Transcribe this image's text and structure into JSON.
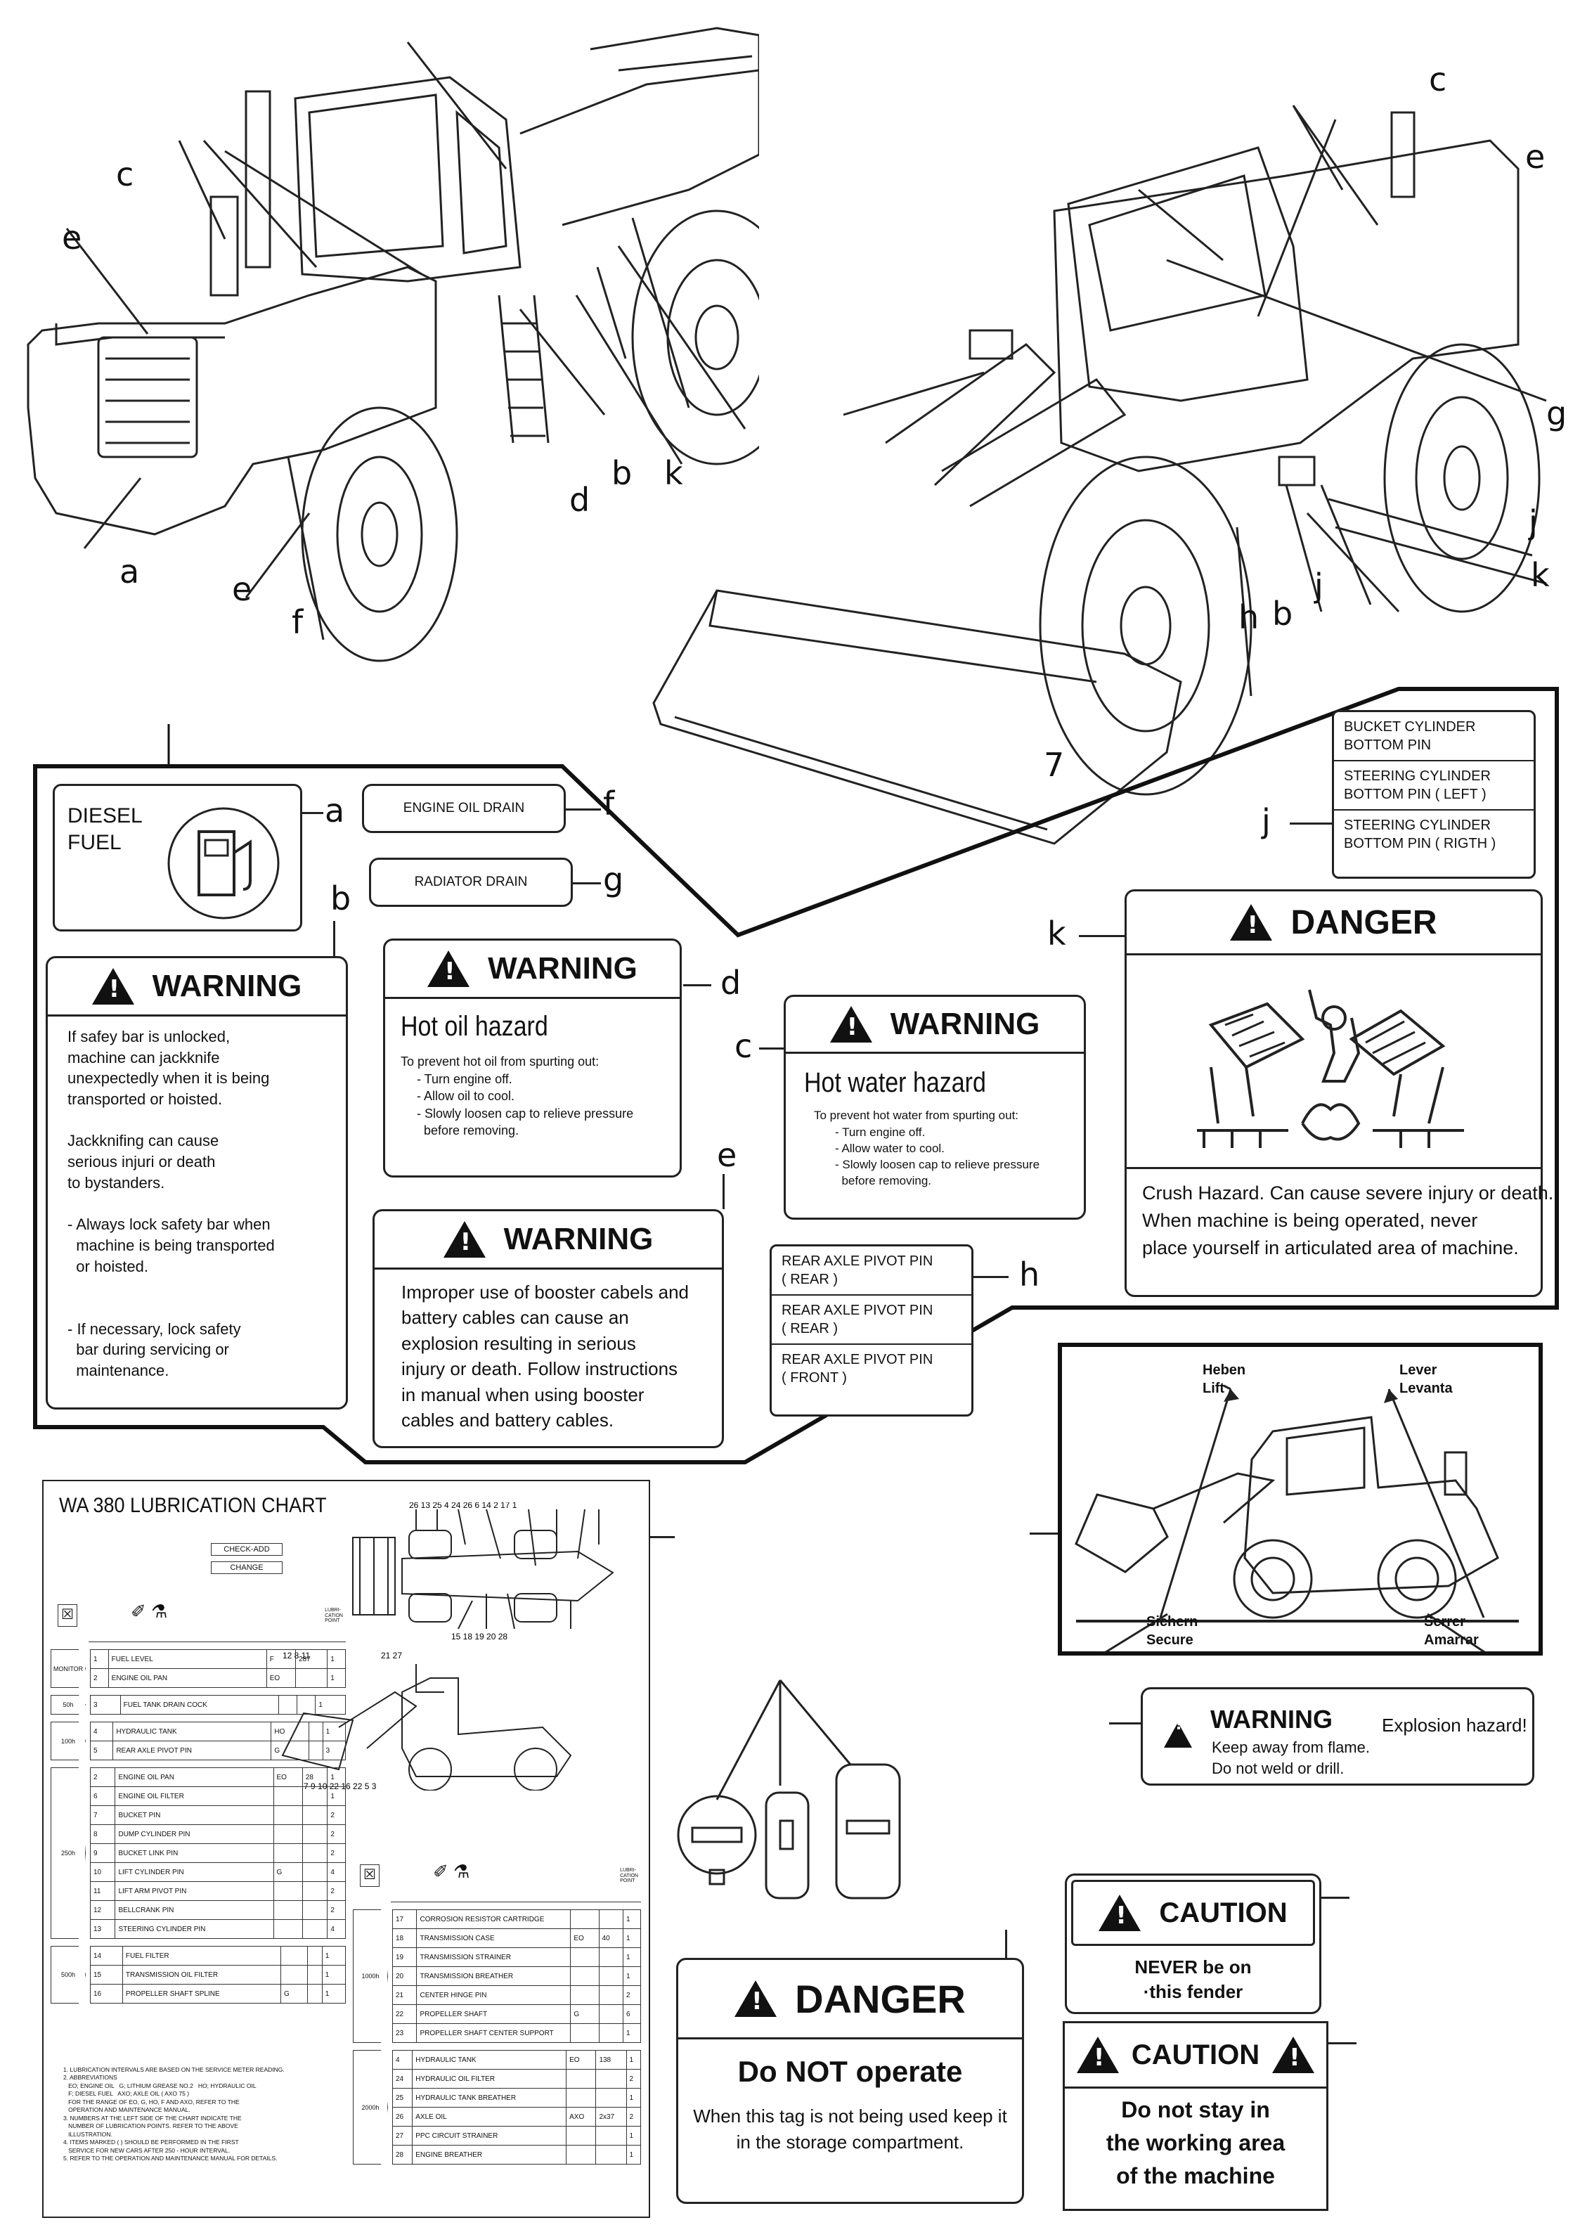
{
  "callouts": [
    "a",
    "b",
    "c",
    "d",
    "e",
    "f",
    "g",
    "h",
    "j",
    "k",
    "7"
  ],
  "labels": {
    "diesel_fuel": [
      "DIESEL",
      "FUEL"
    ],
    "engine_oil_drain": "ENGINE OIL DRAIN",
    "radiator_drain": "RADIATOR DRAIN"
  },
  "warning_b": {
    "heading": "WARNING",
    "lines": [
      "If safey bar is unlocked,",
      "machine can jackknife",
      "unexpectedly when it is being",
      "transported or hoisted.",
      "",
      "Jackknifing can cause",
      "serious injuri or death",
      "to bystanders.",
      "",
      "- Always lock safety bar when",
      "  machine is being transported",
      "  or hoisted.",
      "",
      "",
      "- If necessary, lock safety",
      "  bar during servicing or",
      "  maintenance."
    ]
  },
  "warning_d": {
    "heading": "WARNING",
    "hazard": "Hot oil hazard",
    "intro": "To prevent hot oil from spurting out:",
    "steps": [
      "- Turn engine off.",
      "- Allow oil to cool.",
      "- Slowly loosen cap to relieve pressure",
      "  before removing."
    ]
  },
  "warning_c": {
    "heading": "WARNING",
    "hazard": "Hot water hazard",
    "intro": "To prevent hot water from spurting out:",
    "steps": [
      "- Turn engine off.",
      "- Allow water to cool.",
      "- Slowly loosen cap to relieve pressure",
      "  before removing."
    ]
  },
  "warning_e": {
    "heading": "WARNING",
    "lines": [
      "Improper use of booster cabels and",
      "battery cables can cause an",
      "explosion resulting in serious",
      "injury or death. Follow instructions",
      "in manual when using booster",
      "cables and battery cables."
    ]
  },
  "pins_f": [
    "REAR AXLE PIVOT PIN\n( REAR )",
    "REAR AXLE PIVOT PIN\n( REAR )",
    "REAR AXLE PIVOT PIN\n( FRONT )"
  ],
  "pins_g": [
    "BUCKET CYLINDER\nBOTTOM PIN",
    "STEERING CYLINDER\nBOTTOM PIN ( LEFT )",
    "STEERING CYLINDER\nBOTTOM PIN ( RIGTH )"
  ],
  "danger_k": {
    "heading": "DANGER",
    "lines": [
      "Crush Hazard. Can cause severe injury or death.",
      "When machine is being operated, never",
      "place yourself in articulated area of machine."
    ]
  },
  "lift_diagram": {
    "heben": "Heben",
    "lift": "Lift",
    "lever": "Lever",
    "levanta": "Levanta",
    "sichern": "Sichern",
    "secure": "Secure",
    "serrer": "Serrer",
    "amarrar": "Amarrar"
  },
  "warning_flame": {
    "heading": "WARNING",
    "lines": [
      "Keep away from flame.",
      "Do not weld or drill."
    ],
    "side": "Explosion hazard!"
  },
  "caution_fender": {
    "heading": "CAUTION",
    "lines": [
      "NEVER be on",
      "·this fender"
    ]
  },
  "caution_area": {
    "heading": "CAUTION",
    "lines": [
      "Do not stay in",
      "the working area",
      "of the machine"
    ]
  },
  "danger_tag": {
    "heading": "DANGER",
    "title": "Do NOT operate",
    "lines": [
      "When this tag is not being used keep it",
      "in the storage compartment."
    ]
  },
  "lubrication": {
    "title": "WA 380 LUBRICATION CHART",
    "check_add": "CHECK-ADD",
    "change": "CHANGE",
    "col_head": "LUBRI-\nCATION\nPOINT",
    "periods_left": [
      {
        "label": "MONITOR",
        "rows": [
          [
            "1",
            "FUEL LEVEL",
            "F",
            "287",
            "1"
          ],
          [
            "2",
            "ENGINE OIL PAN",
            "EO",
            "",
            "1"
          ]
        ]
      },
      {
        "label": "50h",
        "rows": [
          [
            "3",
            "FUEL TANK DRAIN COCK",
            "",
            "",
            "1"
          ]
        ]
      },
      {
        "label": "100h",
        "rows": [
          [
            "4",
            "HYDRAULIC TANK",
            "HO",
            "",
            "1"
          ],
          [
            "5",
            "REAR AXLE PIVOT PIN",
            "G",
            "",
            "3"
          ]
        ]
      },
      {
        "label": "250h",
        "rows": [
          [
            "2",
            "ENGINE OIL PAN",
            "EO",
            "28",
            "1"
          ],
          [
            "6",
            "ENGINE OIL FILTER",
            "",
            "",
            "1"
          ],
          [
            "7",
            "BUCKET PIN",
            "",
            "",
            "2"
          ],
          [
            "8",
            "DUMP CYLINDER PIN",
            "",
            "",
            "2"
          ],
          [
            "9",
            "BUCKET LINK PIN",
            "",
            "",
            "2"
          ],
          [
            "10",
            "LIFT CYLINDER PIN",
            "G",
            "",
            "4"
          ],
          [
            "11",
            "LIFT ARM PIVOT PIN",
            "",
            "",
            "2"
          ],
          [
            "12",
            "BELLCRANK PIN",
            "",
            "",
            "2"
          ],
          [
            "13",
            "STEERING CYLINDER PIN",
            "",
            "",
            "4"
          ]
        ]
      },
      {
        "label": "500h",
        "rows": [
          [
            "14",
            "FUEL FILTER",
            "",
            "",
            "1"
          ],
          [
            "15",
            "TRANSMISSION OIL FILTER",
            "",
            "",
            "1"
          ],
          [
            "16",
            "PROPELLER SHAFT SPLINE",
            "G",
            "",
            "1"
          ]
        ]
      }
    ],
    "periods_right": [
      {
        "label": "1000h",
        "rows": [
          [
            "17",
            "CORROSION RESISTOR CARTRIDGE",
            "",
            "",
            "1"
          ],
          [
            "18",
            "TRANSMISSION CASE",
            "EO",
            "40",
            "1"
          ],
          [
            "19",
            "TRANSMISSION STRAINER",
            "",
            "",
            "1"
          ],
          [
            "20",
            "TRANSMISSION BREATHER",
            "",
            "",
            "1"
          ],
          [
            "21",
            "CENTER HINGE PIN",
            "",
            "",
            "2"
          ],
          [
            "22",
            "PROPELLER SHAFT",
            "G",
            "",
            "6"
          ],
          [
            "23",
            "PROPELLER SHAFT CENTER SUPPORT",
            "",
            "",
            "1"
          ]
        ]
      },
      {
        "label": "2000h",
        "rows": [
          [
            "4",
            "HYDRAULIC TANK",
            "EO",
            "138",
            "1"
          ],
          [
            "24",
            "HYDRAULIC OIL FILTER",
            "",
            "",
            "2"
          ],
          [
            "25",
            "HYDRAULIC TANK BREATHER",
            "",
            "",
            "1"
          ],
          [
            "26",
            "AXLE OIL",
            "AXO",
            "2x37",
            "2"
          ],
          [
            "27",
            "PPC CIRCUIT STRAINER",
            "",
            "",
            "1"
          ],
          [
            "28",
            "ENGINE BREATHER",
            "",
            "",
            "1"
          ]
        ]
      }
    ],
    "notes": [
      "1. LUBRICATION INTERVALS ARE BASED ON THE SERVICE METER READING.",
      "2. ABBREVIATIONS",
      "   EO; ENGINE OIL   G; LITHIUM GREASE NO.2   HO; HYDRAULIC OIL",
      "   F; DIESEL FUEL   AXO; AXLE OIL ( AXO 75 )",
      "   FOR THE RANGE OF EO, G, HO, F AND AXO, REFER TO THE",
      "   OPERATION AND MAINTENANCE MANUAL.",
      "3. NUMBERS AT THE LEFT SIDE OF THE CHART INDICATE THE",
      "   NUMBER OF LUBRICATION POINTS. REFER TO THE ABOVE",
      "   ILLUSTRATION.",
      "4. ITEMS MARKED ( ) SHOULD BE PERFORMED IN THE FIRST",
      "   SERVICE FOR NEW CARS AFTER 250 - HOUR INTERVAL.",
      "5. REFER TO THE OPERATION AND MAINTENANCE MANUAL FOR DETAILS."
    ]
  }
}
